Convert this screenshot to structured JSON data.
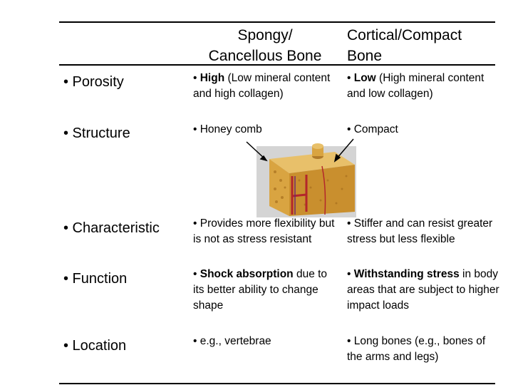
{
  "headers": {
    "spongy": [
      "Spongy/",
      "Cancellous Bone"
    ],
    "cortical": [
      "Cortical/Compact",
      "Bone"
    ]
  },
  "rows": [
    {
      "label": "• Porosity",
      "spongy": {
        "bullet": "• ",
        "bold": "High",
        "text": " (Low mineral content and high collagen)"
      },
      "cortical": {
        "bullet": "• ",
        "bold": "Low",
        "text": " (High mineral content and low collagen)"
      }
    },
    {
      "label": "• Structure",
      "spongy": {
        "bullet": "• ",
        "bold": "",
        "text": "Honey comb"
      },
      "cortical": {
        "bullet": "• ",
        "bold": "",
        "text": "Compact"
      }
    },
    {
      "label": "• Characteristic",
      "spongy": {
        "bullet": "• ",
        "bold": "",
        "text": "Provides more flexibility but is not as stress resistant"
      },
      "cortical": {
        "bullet": "• ",
        "bold": "",
        "text": "Stiffer and can resist greater stress but less flexible"
      }
    },
    {
      "label": "• Function",
      "spongy": {
        "bullet": "• ",
        "bold": "Shock absorption",
        "text": " due to its better ability to change shape"
      },
      "cortical": {
        "bullet": "• ",
        "bold": "Withstanding stress",
        "text": " in body areas that are subject to higher impact loads"
      }
    },
    {
      "label": "• Location",
      "spongy": {
        "bullet": "• ",
        "bold": "",
        "text": "e.g., vertebrae"
      },
      "cortical": {
        "bullet": "• ",
        "bold": "",
        "text": "Long bones (e.g., bones of the arms and legs)"
      }
    }
  ],
  "colors": {
    "text": "#000000",
    "bone_outer": "#d9a441",
    "bone_inner": "#e8c06a",
    "vessel_red": "#b3262b",
    "background_gray": "#d4d4d4"
  }
}
